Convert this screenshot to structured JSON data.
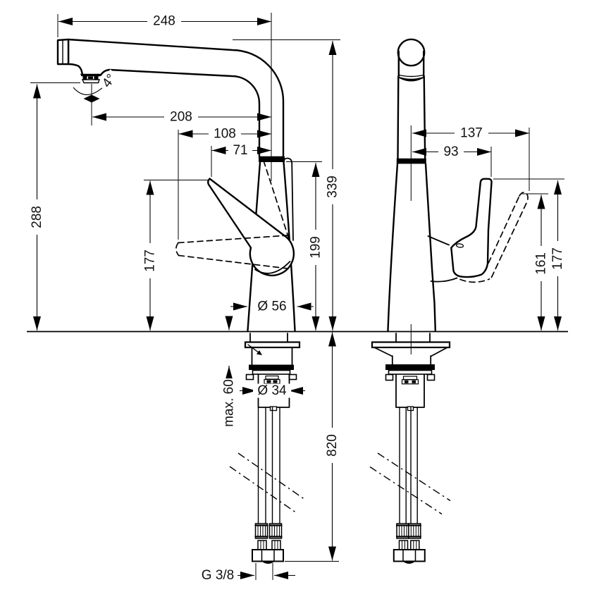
{
  "dims": {
    "spout_reach": "248",
    "aerator_to_axis": "208",
    "handle_open_to_axis": "108",
    "handle_tip_to_axis": "71",
    "spout_outlet_height": "288",
    "total_height": "339",
    "body_joint_height": "199",
    "handle_height_side": "177",
    "base_diameter": "Ø 56",
    "outlet_angle": "4°",
    "max_mounting_depth": "max. 60",
    "shank_diameter": "Ø 34",
    "hose_length": "820",
    "thread_size": "G 3/8",
    "handle_open_width": "137",
    "handle_width": "93",
    "handle_open_height": "161",
    "handle_height_front": "177"
  }
}
